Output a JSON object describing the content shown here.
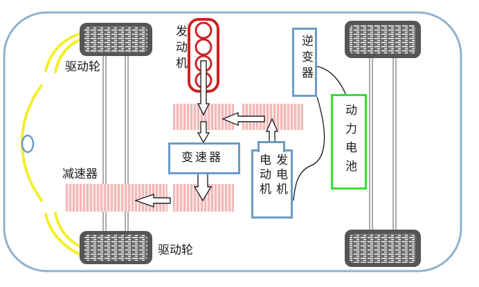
{
  "labels": {
    "drive_wheel_top": "驱动轮",
    "drive_wheel_bottom": "驱动轮",
    "engine": "发动机",
    "inverter": "逆变器",
    "battery": "动力电池",
    "transmission": "变速器",
    "reducer": "减速器",
    "generator": "发电机",
    "motor": "电动机"
  },
  "colors": {
    "body_outline": "#8fb0cf",
    "box_outline": "#6a9ac8",
    "gear": "#f4b8b8",
    "gear_lines": "#ffffff",
    "engine": "#cc2222",
    "battery": "#33cc33",
    "tire": "#555555",
    "axle": "#aaaaaa",
    "steering": "#f2ef2a"
  }
}
